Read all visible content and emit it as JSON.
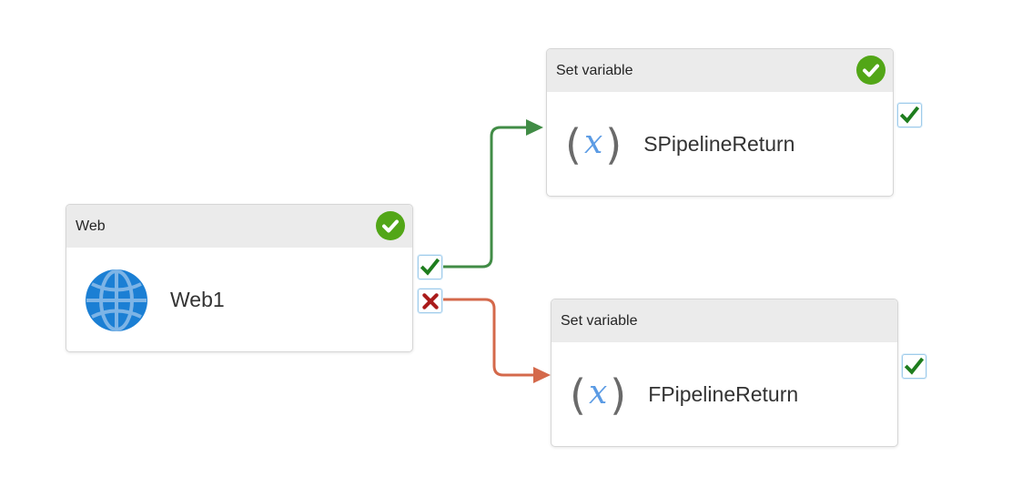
{
  "diagram": {
    "nodes": [
      {
        "type_label": "Web",
        "name": "Web1",
        "icon": "globe-icon",
        "status_icon": "success-badge-check",
        "success_port_icon": "green-check",
        "failure_port_icon": "red-cross"
      },
      {
        "type_label": "Set variable",
        "name": "SPipelineReturn",
        "icon": "variable-x-icon",
        "status_icon": "success-badge-check",
        "checkpoint_icon": "green-check"
      },
      {
        "type_label": "Set variable",
        "name": "FPipelineReturn",
        "icon": "variable-x-icon",
        "checkpoint_icon": "green-check"
      }
    ],
    "variable_icon_text": {
      "open": "(",
      "x": "x",
      "close": ")"
    },
    "connectors": [
      {
        "from": "Web1",
        "to": "SPipelineReturn",
        "condition": "on-success",
        "color": "#418c46"
      },
      {
        "from": "Web1",
        "to": "FPipelineReturn",
        "condition": "on-failure",
        "color": "#d4694b"
      }
    ],
    "colors": {
      "canvas_bg": "#ffffff",
      "node_border": "#d6d6d6",
      "node_header_bg": "#ebebeb",
      "header_text": "#252525",
      "name_text": "#333333",
      "status_badge_green": "#52a617",
      "port_check_green": "#1e7d1e",
      "port_cross_red": "#aa1b1b",
      "port_border_blue": "#9fcbea",
      "success_connector": "#418c46",
      "failure_connector": "#d4694b",
      "globe_blue": "#1b7fd4",
      "globe_lines": "#7db4e6",
      "variable_paren_gray": "#6a6a6a",
      "variable_x_blue": "#5b9be4"
    }
  }
}
